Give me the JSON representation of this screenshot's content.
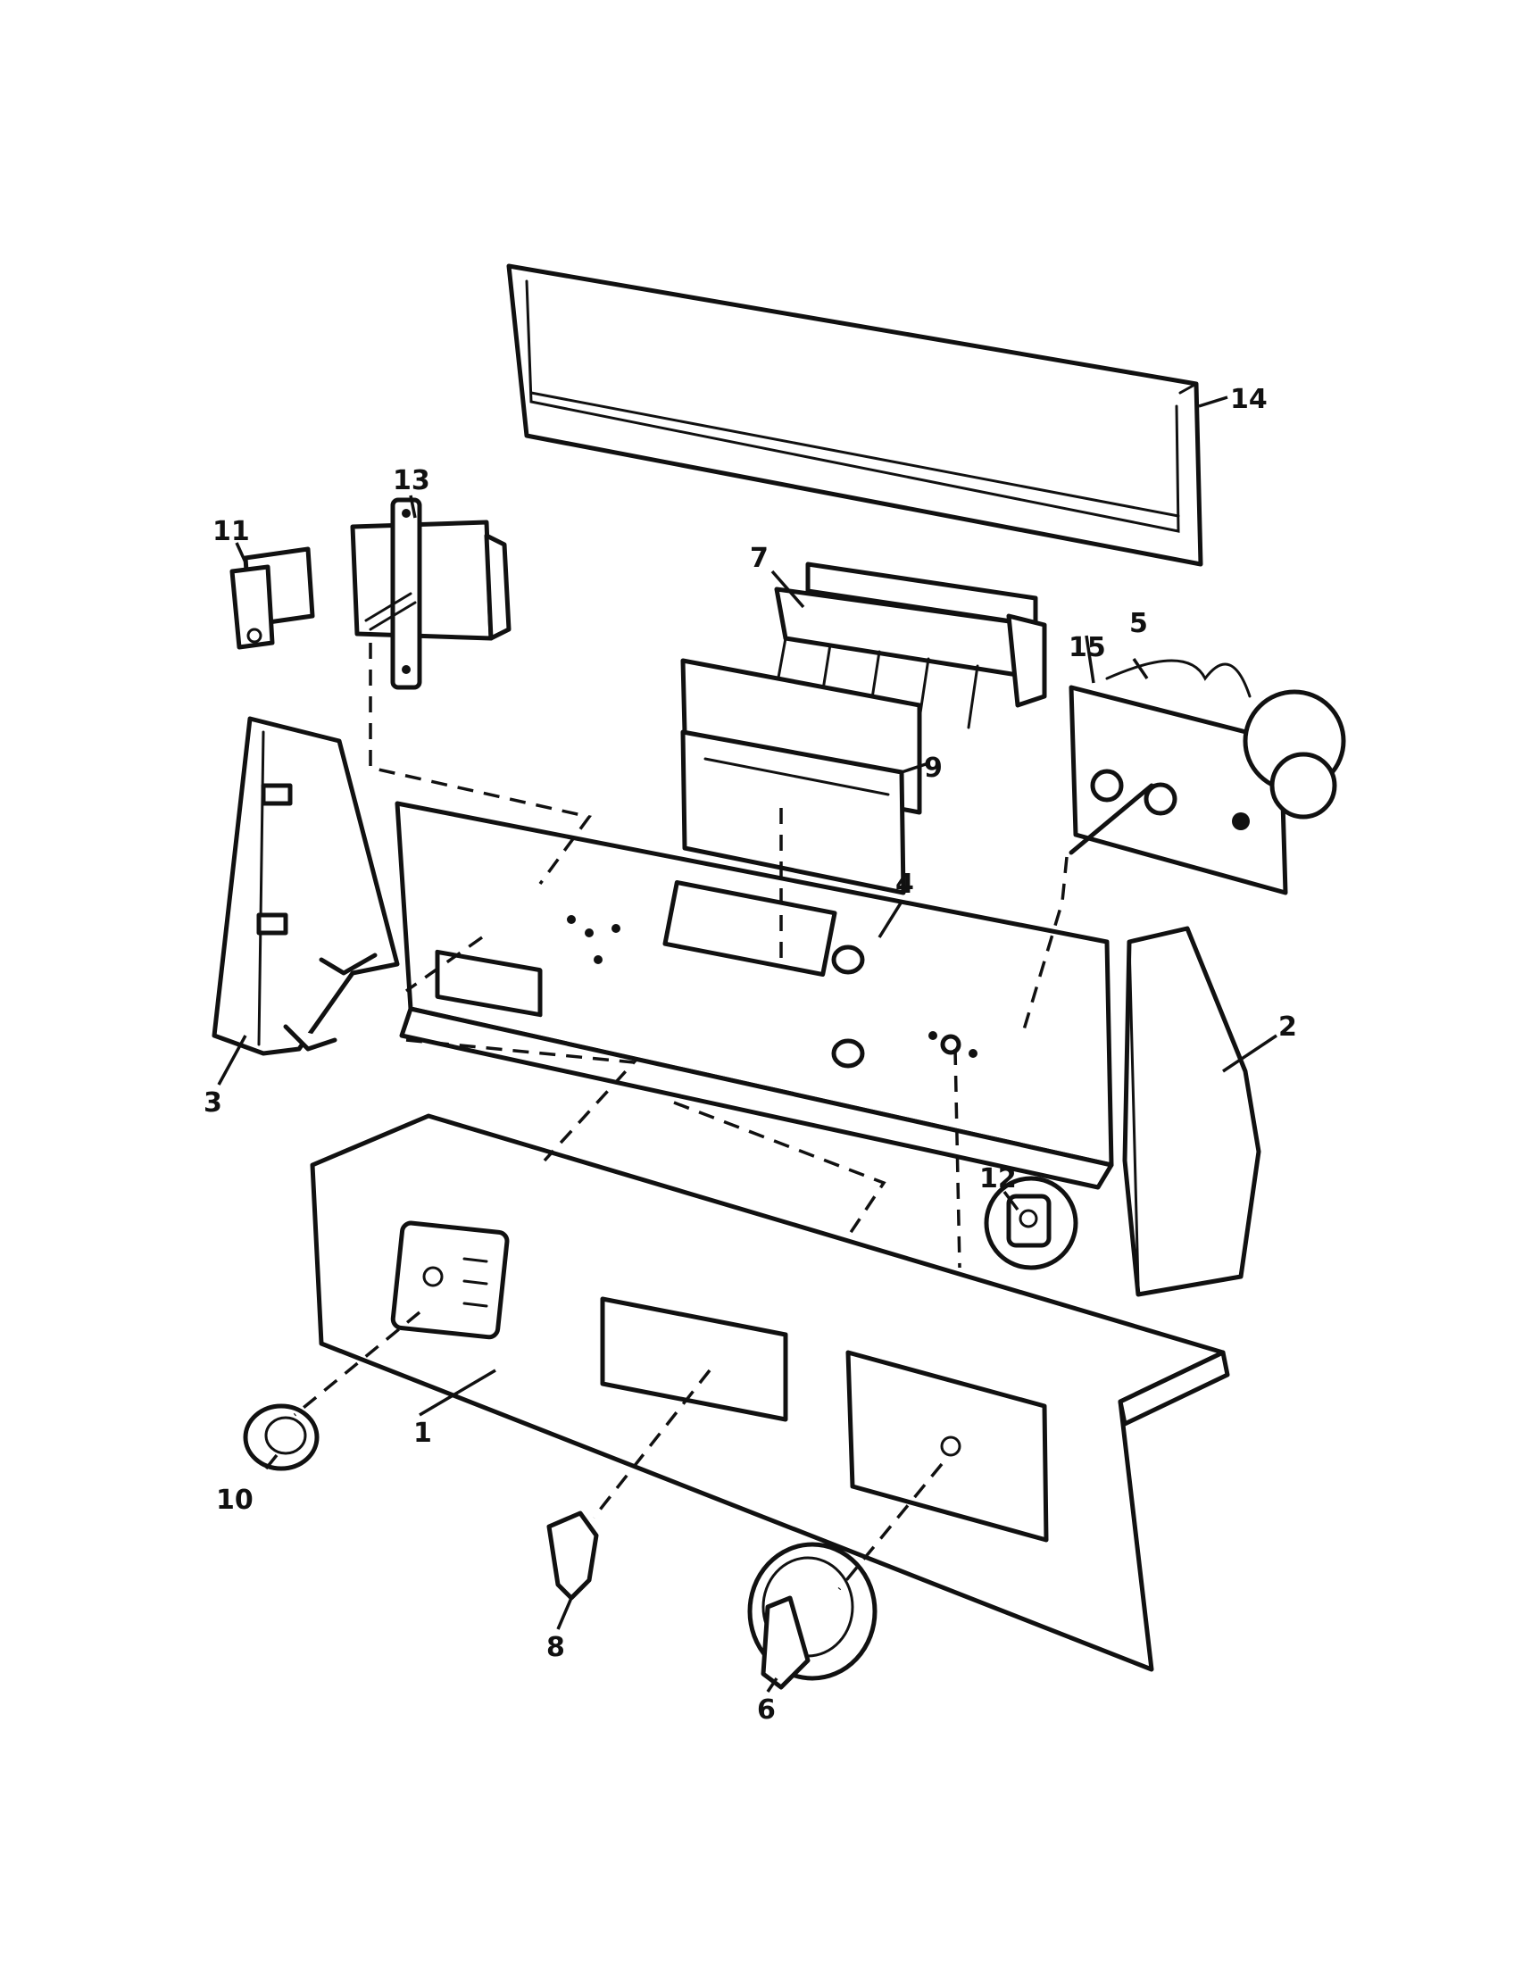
{
  "callouts": {
    "p1": "1",
    "p2": "2",
    "p3": "3",
    "p4": "4",
    "p5": "5",
    "p6": "6",
    "p7": "7",
    "p8": "8",
    "p9": "9",
    "p10": "10",
    "p11": "11",
    "p12": "12",
    "p13": "13",
    "p14": "14",
    "p15": "15"
  },
  "colors": {
    "ink": "#111111",
    "paper": "#ffffff"
  }
}
